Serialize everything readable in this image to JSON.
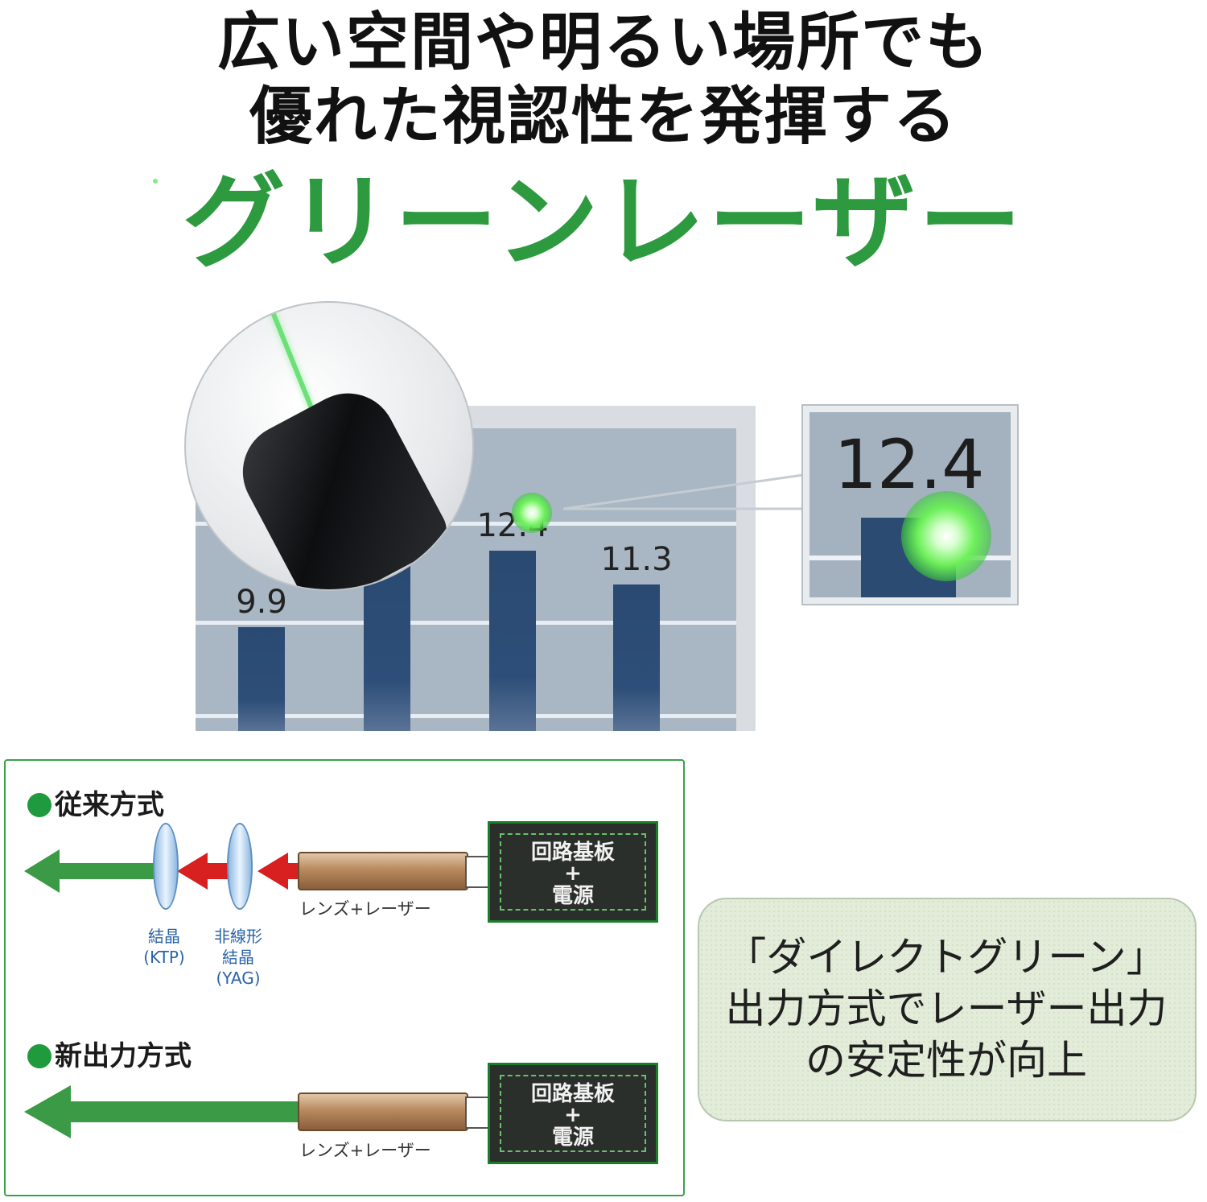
{
  "headline": {
    "line1": "広い空間や明るい場所でも",
    "line2": "優れた視認性を発揮する",
    "line3": "グリーンレーザー"
  },
  "chart_data": {
    "type": "bar",
    "categories": [
      "",
      "",
      "",
      ""
    ],
    "values": [
      9.9,
      null,
      12.4,
      11.3
    ],
    "data_labels": [
      "9.9",
      "",
      "12.4",
      "11.3"
    ],
    "zoom_label": "12.4"
  },
  "diagram": {
    "conventional_title": "従来方式",
    "new_title": "新出力方式",
    "board_line1": "回路基板",
    "board_plus": "+",
    "board_line2": "電源",
    "lens_laser_label": "レンズ+レーザー",
    "crystal_label": "結晶",
    "crystal_sub": "(KTP)",
    "nonlinear_label1": "非線形",
    "nonlinear_label2": "結晶",
    "nonlinear_sub": "(YAG)"
  },
  "note": {
    "line1": "「ダイレクトグリーン」",
    "line2": "出力方式でレーザー出力",
    "line3": "の安定性が向上"
  },
  "colors": {
    "green_accent": "#2e9a3f",
    "bar": "#2c4b73",
    "arrow_red": "#d92020"
  }
}
